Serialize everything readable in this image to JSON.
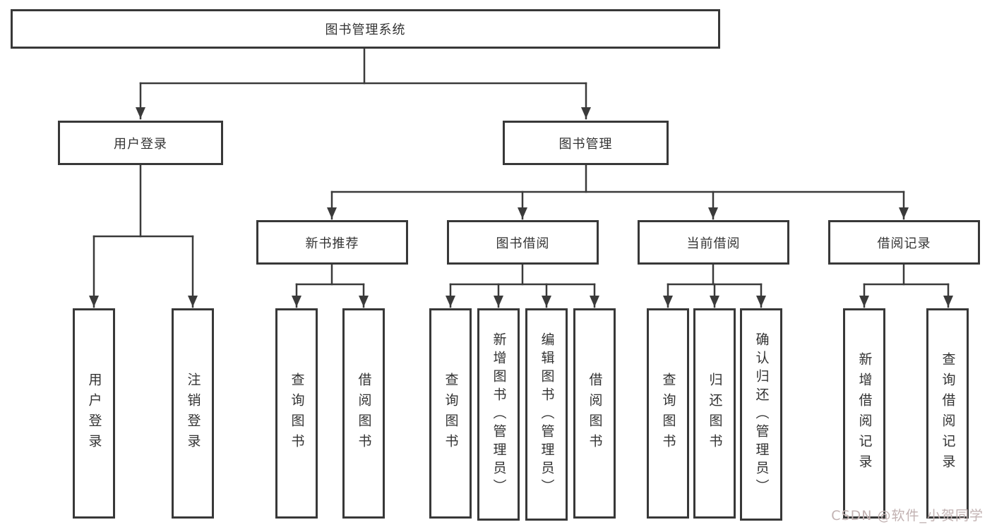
{
  "diagram": {
    "root": {
      "label": "图书管理系统"
    },
    "branches": [
      {
        "label": "用户登录",
        "children": [
          {
            "label": "用户登录"
          },
          {
            "label": "注销登录"
          }
        ]
      },
      {
        "label": "图书管理",
        "children": [
          {
            "label": "新书推荐",
            "children": [
              {
                "label": "查询图书"
              },
              {
                "label": "借阅图书"
              }
            ]
          },
          {
            "label": "图书借阅",
            "children": [
              {
                "label": "查询图书"
              },
              {
                "label": "新增图书（管理员）"
              },
              {
                "label": "编辑图书（管理员）"
              },
              {
                "label": "借阅图书"
              }
            ]
          },
          {
            "label": "当前借阅",
            "children": [
              {
                "label": "查询图书"
              },
              {
                "label": "归还图书"
              },
              {
                "label": "确认归还（管理员）"
              }
            ]
          },
          {
            "label": "借阅记录",
            "children": [
              {
                "label": "新增借阅记录"
              },
              {
                "label": "查询借阅记录"
              }
            ]
          }
        ]
      }
    ]
  },
  "watermark": {
    "text": "CSDN @软件_小贺同学"
  },
  "colors": {
    "line": "#3a3a3a",
    "box_border": "#383838",
    "text": "#333333",
    "background": "#ffffff",
    "watermark": "#c2b2b2"
  }
}
